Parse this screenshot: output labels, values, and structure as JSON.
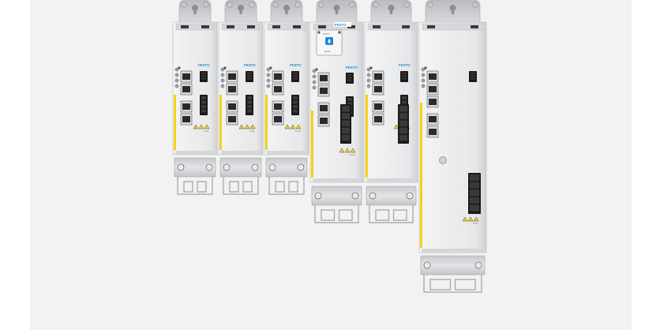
{
  "brand": "FESTO",
  "modules": [
    {
      "name": "module-1",
      "brand": "FESTO",
      "warn": "5 min"
    },
    {
      "name": "module-2",
      "brand": "FESTO",
      "warn": "5 min"
    },
    {
      "name": "module-3",
      "brand": "FESTO",
      "warn": "5 min"
    },
    {
      "name": "module-4-display",
      "brand": "FESTO",
      "warn": "5 min"
    },
    {
      "name": "module-5",
      "brand": "FESTO",
      "warn": "5 min"
    },
    {
      "name": "module-6-large",
      "brand": "",
      "warn": "5 min"
    }
  ],
  "display": {
    "brand": "FESTO",
    "status": "Ready"
  },
  "colors": {
    "housing": "#e7e8ea",
    "housing_shadow": "#cfd1d4",
    "bracket": "#d6d7da",
    "stripe": "#f2d417",
    "connector": "#1a1a1a",
    "brand_blue": "#1e88d6",
    "background": "#f2f2f2"
  }
}
